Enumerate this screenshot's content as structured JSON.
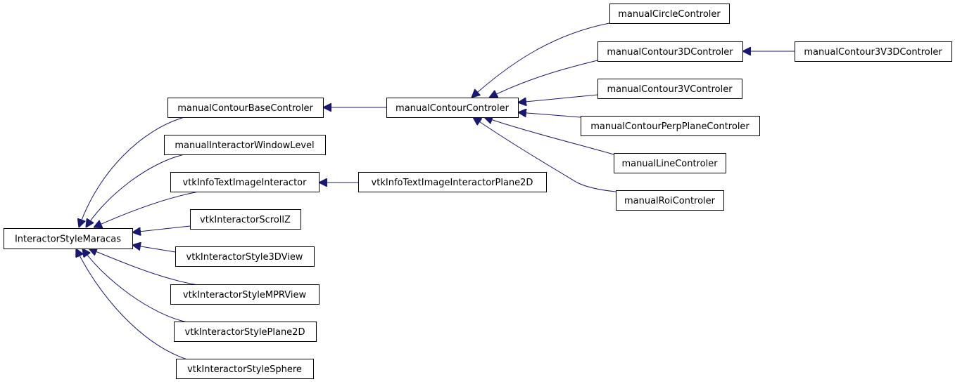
{
  "diagram": {
    "kind": "inheritance-graph",
    "edge_color": "#191970",
    "nodes": [
      {
        "id": "base",
        "label": "InteractorStyleMaracas"
      },
      {
        "id": "mcbc",
        "label": "manualContourBaseControler"
      },
      {
        "id": "miwl",
        "label": "manualInteractorWindowLevel"
      },
      {
        "id": "vtii",
        "label": "vtkInfoTextImageInteractor"
      },
      {
        "id": "visz",
        "label": "vtkInteractorScrollZ"
      },
      {
        "id": "vis3d",
        "label": "vtkInteractorStyle3DView"
      },
      {
        "id": "vismpr",
        "label": "vtkInteractorStyleMPRView"
      },
      {
        "id": "visp2d",
        "label": "vtkInteractorStylePlane2D"
      },
      {
        "id": "vissph",
        "label": "vtkInteractorStyleSphere"
      },
      {
        "id": "mcc",
        "label": "manualContourControler"
      },
      {
        "id": "vtiip2d",
        "label": "vtkInfoTextImageInteractorPlane2D"
      },
      {
        "id": "mcirc",
        "label": "manualCircleControler"
      },
      {
        "id": "mc3d",
        "label": "manualContour3DControler"
      },
      {
        "id": "mc3v",
        "label": "manualContour3VControler"
      },
      {
        "id": "mcpp",
        "label": "manualContourPerpPlaneControler"
      },
      {
        "id": "mline",
        "label": "manualLineControler"
      },
      {
        "id": "mroi",
        "label": "manualRoiControler"
      },
      {
        "id": "mc3v3d",
        "label": "manualContour3V3DControler"
      }
    ],
    "edges": [
      {
        "from": "mcbc",
        "to": "base"
      },
      {
        "from": "miwl",
        "to": "base"
      },
      {
        "from": "vtii",
        "to": "base"
      },
      {
        "from": "visz",
        "to": "base"
      },
      {
        "from": "vis3d",
        "to": "base"
      },
      {
        "from": "vismpr",
        "to": "base"
      },
      {
        "from": "visp2d",
        "to": "base"
      },
      {
        "from": "vissph",
        "to": "base"
      },
      {
        "from": "mcc",
        "to": "mcbc"
      },
      {
        "from": "vtiip2d",
        "to": "vtii"
      },
      {
        "from": "mcirc",
        "to": "mcc"
      },
      {
        "from": "mc3d",
        "to": "mcc"
      },
      {
        "from": "mc3v",
        "to": "mcc"
      },
      {
        "from": "mcpp",
        "to": "mcc"
      },
      {
        "from": "mline",
        "to": "mcc"
      },
      {
        "from": "mroi",
        "to": "mcc"
      },
      {
        "from": "mc3v3d",
        "to": "mc3d"
      }
    ]
  }
}
